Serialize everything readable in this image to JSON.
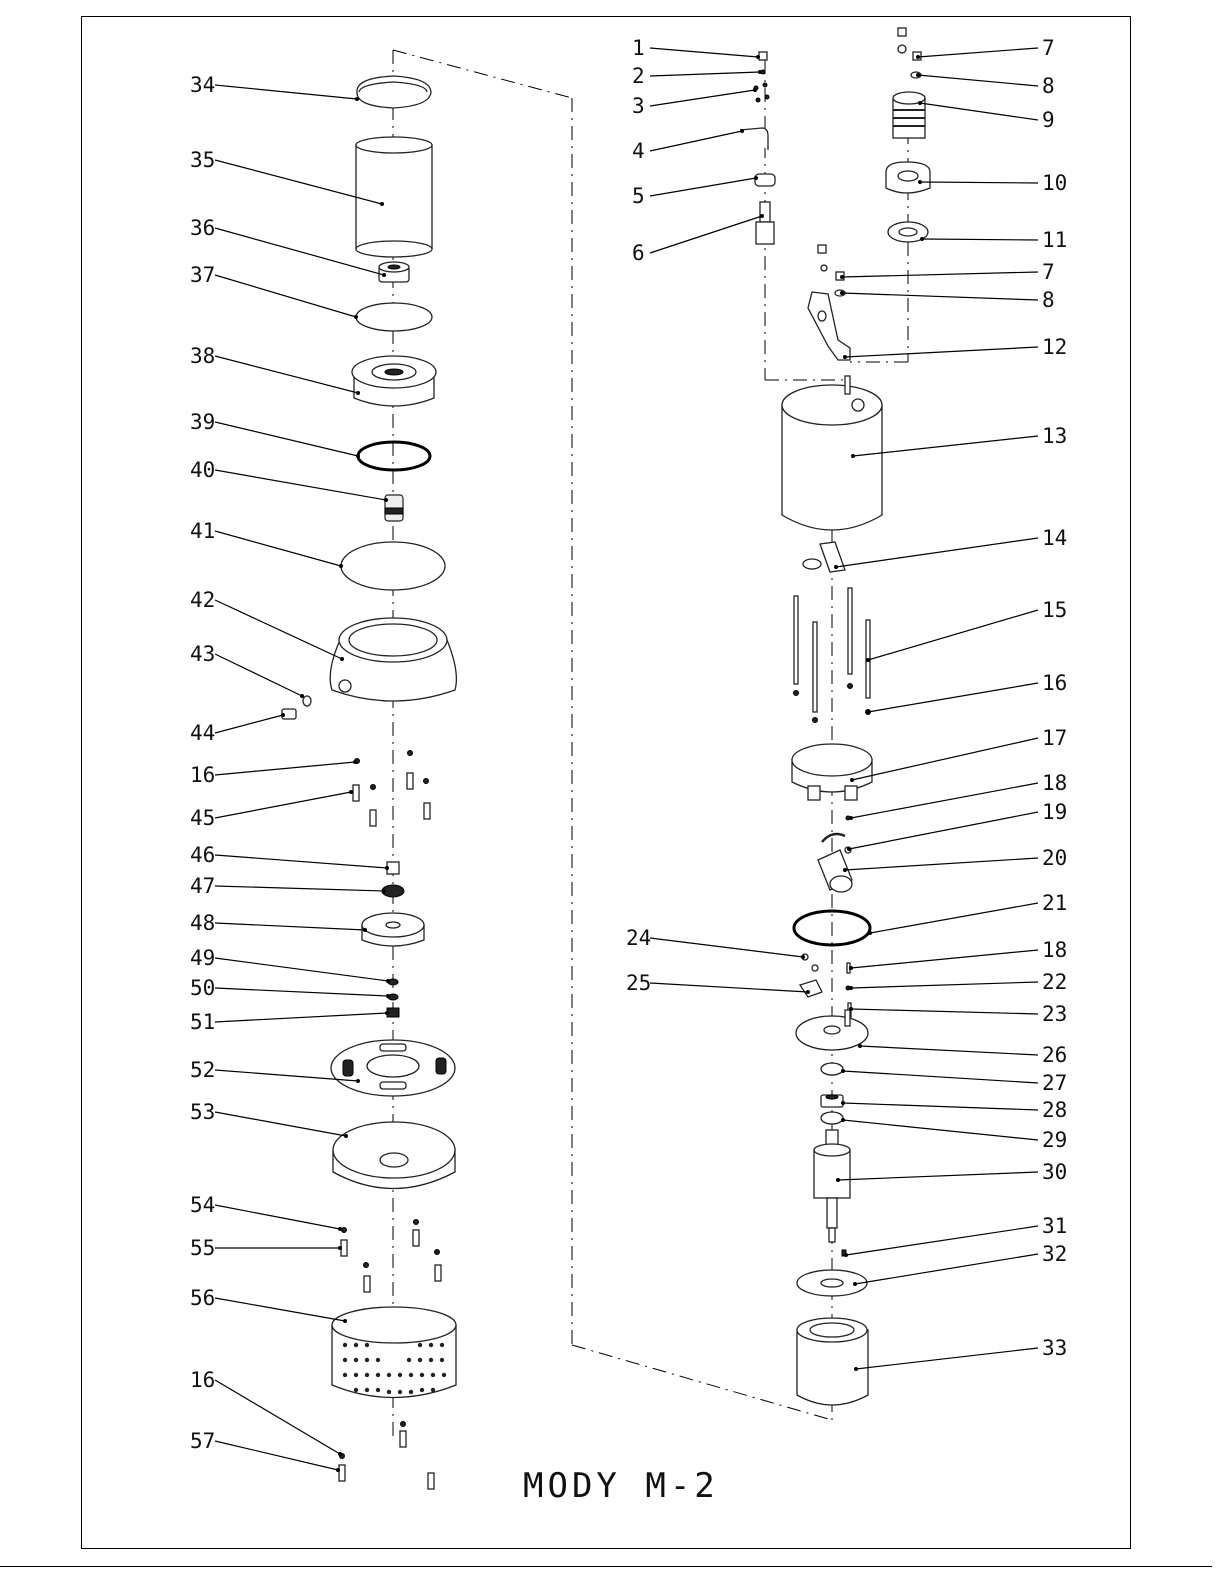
{
  "title": "MODY M-2",
  "left_labels": [
    "34",
    "35",
    "36",
    "37",
    "38",
    "39",
    "40",
    "41",
    "42",
    "43",
    "44",
    "16",
    "45",
    "46",
    "47",
    "48",
    "49",
    "50",
    "51",
    "52",
    "53",
    "54",
    "55",
    "56",
    "16",
    "57"
  ],
  "right_labels": [
    "1",
    "2",
    "3",
    "4",
    "5",
    "6",
    "7",
    "8",
    "9",
    "10",
    "11",
    "7",
    "8",
    "12",
    "13",
    "14",
    "15",
    "16",
    "17",
    "18",
    "19",
    "20",
    "21",
    "24",
    "18",
    "25",
    "22",
    "23",
    "26",
    "27",
    "28",
    "29",
    "30",
    "31",
    "32",
    "33"
  ]
}
